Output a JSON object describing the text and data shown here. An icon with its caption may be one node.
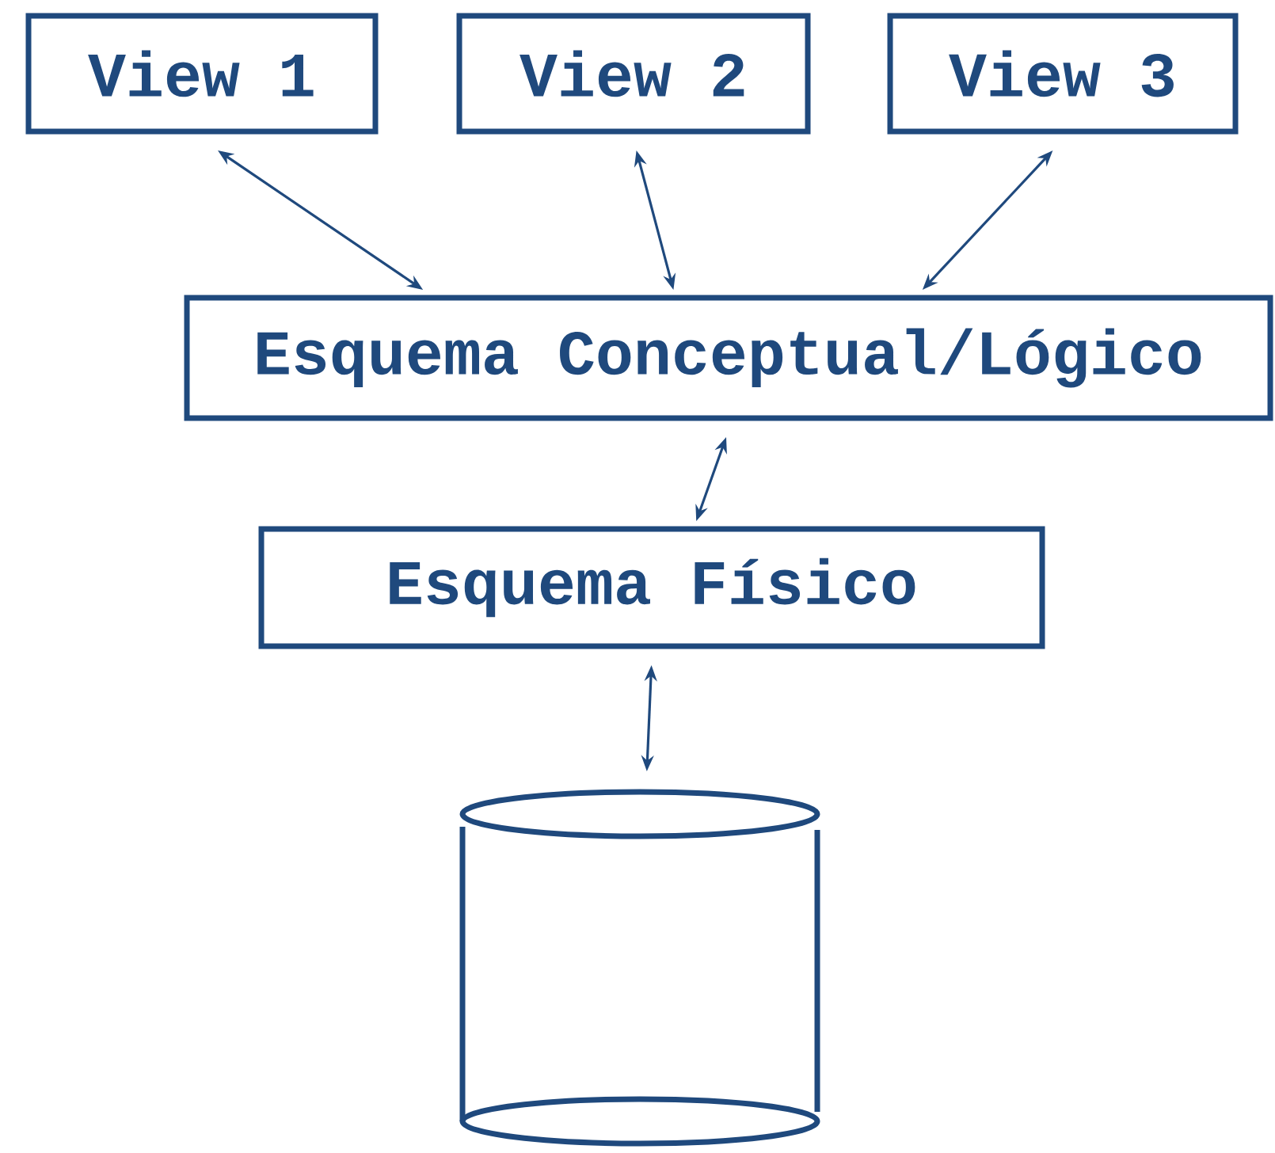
{
  "diagram": {
    "nodes": [
      {
        "text": [
          "View 1"
        ]
      },
      {
        "text": [
          "View 2"
        ]
      },
      {
        "text": [
          "View 3"
        ]
      },
      {
        "text": [
          "Esquema Conceptual/Lógico"
        ]
      },
      {
        "text": [
          "Esquema Físico"
        ]
      },
      {
        "text": [],
        "shape": "cylinder"
      }
    ],
    "edges": [
      {
        "from": 0,
        "to": 3,
        "arrow": "both"
      },
      {
        "from": 1,
        "to": 3,
        "arrow": "both"
      },
      {
        "from": 2,
        "to": 3,
        "arrow": "both"
      },
      {
        "from": 3,
        "to": 4,
        "arrow": "both"
      },
      {
        "from": 4,
        "to": 5,
        "arrow": "both"
      }
    ]
  }
}
